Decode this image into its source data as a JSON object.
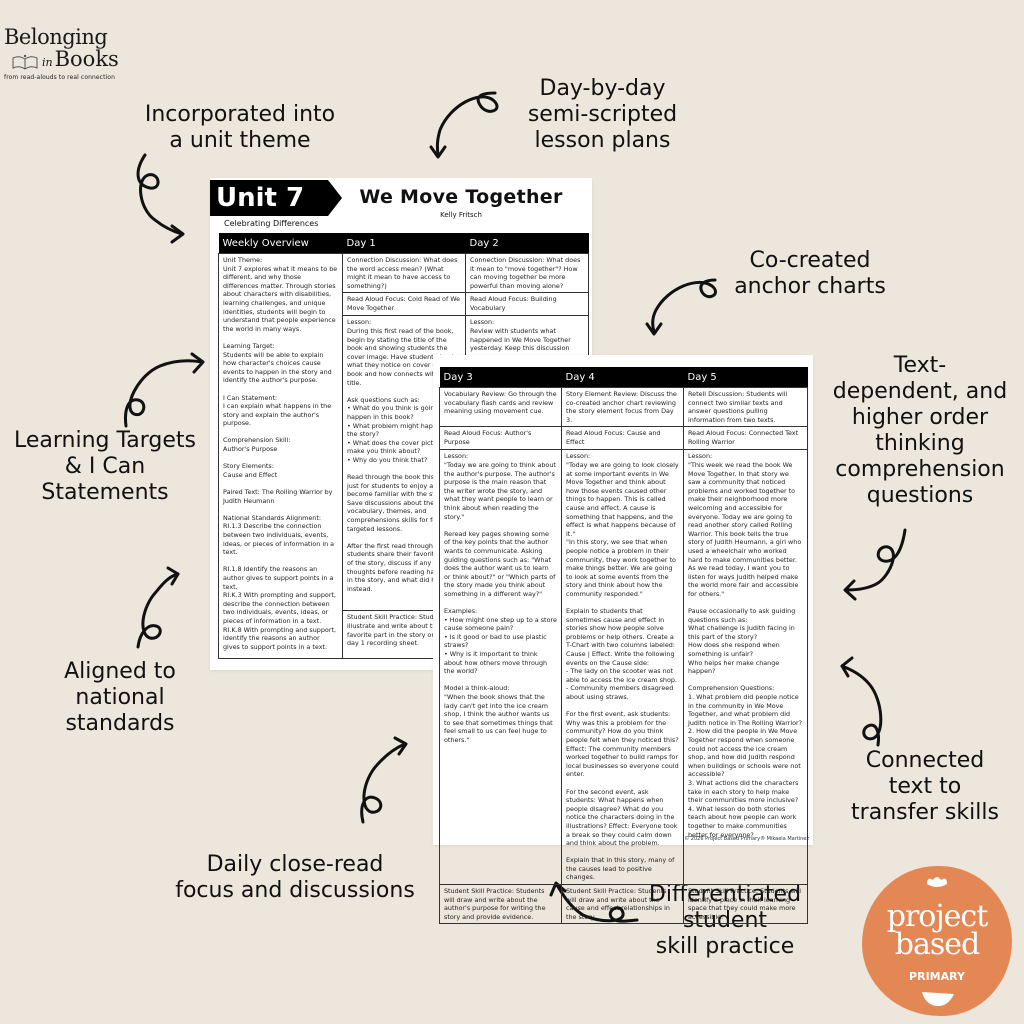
{
  "brand": {
    "line1": "Belonging",
    "in": "in",
    "line2": "Books",
    "tagline": "from read-alouds to real connection",
    "icon": "open-book-icon"
  },
  "callouts": {
    "unit_theme": "Incorporated into\na unit theme",
    "lesson_plans": "Day-by-day\nsemi-scripted\nlesson plans",
    "anchor_charts": "Co-created\nanchor charts",
    "learning_targets": "Learning Targets\n& I Can\nStatements",
    "text_dependent": "Text-\ndependent, and\nhigher order\nthinking\ncomprehension\nquestions",
    "standards": "Aligned to\nnational\nstandards",
    "connected_text": "Connected\ntext to\ntransfer skills",
    "close_read": "Daily close-read\nfocus and discussions",
    "skill_practice": "Differentiated\nstudent\nskill practice"
  },
  "page1": {
    "unit": "Unit 7",
    "subtitle": "Celebrating Differences",
    "title": "We Move Together",
    "author": "Kelly Fritsch",
    "headers": [
      "Weekly Overview",
      "Day 1",
      "Day 2"
    ],
    "overview": "Unit Theme:\nUnit 7 explores what it means to be different, and why those differences matter. Through stories about characters with disabilities, learning challenges, and unique identities, students will begin to understand that people experience the world in many ways.\n\nLearning Target:\nStudents will be able to explain how character's choices cause events to happen in the story and identify the author's purpose.\n\nI Can Statement:\nI can explain what happens in the story and explain the author's purpose.\n\nComprehension Skill:\nAuthor's Purpose\n\nStory Elements:\nCause and Effect\n\nPaired Text: The Rolling Warrior by Judith Heumann\n\nNational Standards Alignment:\nRI.1.3 Describe the connection between two individuals, events, ideas, or pieces of information in a text.\n\nRI.1.8 Identify the reasons an author gives to support points in a text.\nRI.K.3 With prompting and support, describe the connection between two individuals, events, ideas, or pieces of information in a text.\nRI.K.8 With prompting and support, identify the reasons an author gives to support points in a text.",
    "day1": {
      "connection": "Connection Discussion: What does the word access mean? (What might it mean to have access to something?)",
      "focus": "Read Aloud Focus: Cold Read of We Move Together",
      "lesson": "Lesson:\nDuring this first read of the book, begin by stating the title of the book and showing students the cover image. Have student about what they notice on cover of the book and how connects with the title.\n\nAsk questions such as:\n• What do you think is going to happen in this book?\n• What problem might happen in the story?\n• What does the cover picture make you think about?\n• Why do you think that?\n\nRead through the book this time just for students to enjoy and become familiar with the story. Save discussions about the vocabulary, themes, and comprehensions skills for following targeted lessons.\n\nAfter the first read through, have students share their favorite part of the story, discuss if any of their thoughts before reading happened in the story, and what did happen instead.",
      "practice": "Student Skill Practice: Students will illustrate and write about their favorite part in the story on the day 1 recording sheet."
    },
    "day2": {
      "connection": "Connection Discussion: What does it mean to \"move together\"? How can moving together be more powerful than moving alone?",
      "focus": "Read Aloud Focus: Building Vocabulary",
      "lesson": "Lesson:\nReview with students what happened in We Move Together yesterday. Keep this discussion"
    }
  },
  "page2": {
    "headers": [
      "Day 3",
      "Day 4",
      "Day 5"
    ],
    "day3": {
      "review": "Vocabulary Review: Go through the vocabulary flash cards and review meaning using movement cue.",
      "focus": "Read Aloud Focus: Author's Purpose",
      "lesson": "Lesson:\n\"Today we are going to think about the author's purpose. The author's purpose is the main reason that the writer wrote the story, and what they want people to learn or think about when reading the story.\"\n\nReread key pages showing some of the key points that the author wants to communicate. Asking guiding questions such as: \"What does the author want us to learn or think about?\" or \"Which parts of the story made you think about something in a different way?\"\n\nExamples:\n• How might one step up to a store cause someone pain?\n• Is it good or bad to use plastic straws?\n• Why is it important to think about how others move through the world?\n\nModel a think-aloud:\n\"When the book shows that the lady can't get into the ice cream shop, I think the author wants us to see that sometimes things that feel small to us can feel huge to others.\"",
      "practice": "Student Skill Practice: Students will draw and write about the author's purpose for writing the story and provide evidence."
    },
    "day4": {
      "review": "Story Element Review: Discuss the co-created anchor chart reviewing the story element focus from Day 3.",
      "focus": "Read Aloud Focus: Cause and Effect",
      "lesson": "Lesson:\n\"Today we are going to look closely at some important events in We Move Together and think about how those events caused other things to happen. This is called cause and effect. A cause is something that happens, and the effect is what happens because of it.\"\n\"In this story, we see that when people notice a problem in their community, they work together to make things better. We are going to look at some events from the story and think about how the community responded.\"\n\nExplain to students that sometimes cause and effect in stories show how people solve problems or help others. Create a T-Chart with two columns labeled: Cause | Effect. Write the following events on the Cause side:\n- The lady on the scooter was not able to access the ice cream shop.\n- Community members disagreed about using straws.\n\nFor the first event, ask students: Why was this a problem for the community? How do you think people felt when they noticed this? Effect: The community members worked together to build ramps for local businesses so everyone could enter.\n\nFor the second event, ask students: What happens when people disagree? What do you notice the characters doing in the illustrations? Effect: Everyone took a break so they could calm down and think about the problem.\n\nExplain that in this story, many of the causes lead to positive changes.",
      "practice": "Student Skill Practice: Students will draw and write about the cause and effect relationships in the story."
    },
    "day5": {
      "review": "Retell Discussion: Students will connect two similar texts and answer questions pulling information from two texts.",
      "focus": "Read Aloud Focus: Connected Text Rolling Warrior",
      "lesson": "Lesson:\n\"This week we read the book We Move Together. In that story we saw a community that noticed problems and worked together to make their neighborhood more welcoming and accessible for everyone. Today we are going to read another story called Rolling Warrior. This book tells the true story of Judith Heumann, a girl who used a wheelchair who worked hard to make communities better. As we read today, I want you to listen for ways Judith helped make the world more fair and accessible for others.\"\n\nPause occasionally to ask guiding questions such as:\nWhat challenge is Judith facing in this part of the story?\nHow does she respond when something is unfair?\nWho helps her make change happen?\n\nComprehension Questions:\n1. What problem did people notice in the community in We Move Together, and what problem did Judith notice in The Rolling Warrior?\n2. How did the people in We Move Together respond when someone could not access the ice cream shop, and how did Judith respond when buildings or schools were not accessible?\n3. What actions did the characters take in each story to help make their communities more inclusive?\n4. What lesson do both stories teach about how people can work together to make communities better for everyone?",
      "practice": "Student Skill Practice: Students will identify a place in their learning space that they could make more accessible."
    },
    "copyright": "© 2026 Project Based Primary® Mikaela Martinez"
  },
  "pbp_logo": {
    "word1": "project",
    "word2": "based",
    "word3": "PRIMARY",
    "color": "#e38855"
  },
  "colors": {
    "background": "#ece6dc",
    "ink": "#111111",
    "header_black": "#000000"
  }
}
